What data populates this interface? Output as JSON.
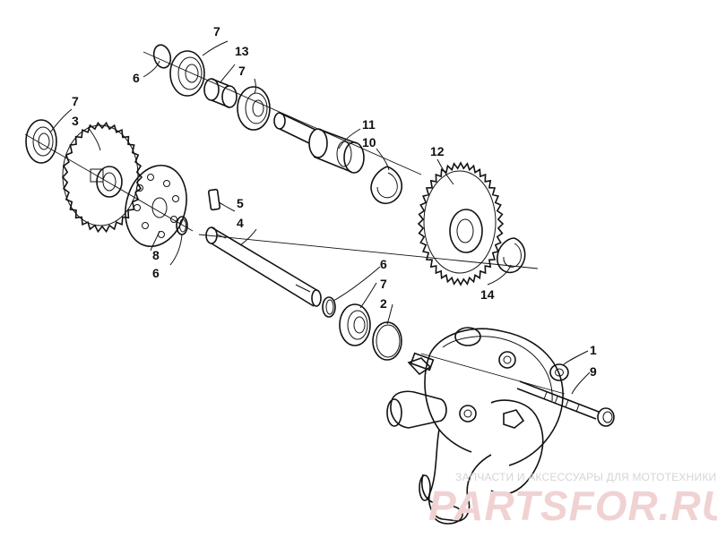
{
  "callouts": {
    "c1": "1",
    "c2": "2",
    "c3": "3",
    "c4": "4",
    "c5": "5",
    "c6a": "6",
    "c6b": "6",
    "c6c": "6",
    "c7a": "7",
    "c7b": "7",
    "c7c": "7",
    "c7d": "7",
    "c8": "8",
    "c9": "9",
    "c10": "10",
    "c11": "11",
    "c12": "12",
    "c13": "13",
    "c14": "14"
  },
  "watermark": {
    "caption": "ЗАПЧАСТИ И АКСЕССУАРЫ ДЛЯ МОТОТЕХНИКИ",
    "brand": "PARTSFOR.RU"
  },
  "colors": {
    "ink": "#111111",
    "watermark_text": "#d5d5d5",
    "watermark_brand": "#f1d2d2"
  }
}
